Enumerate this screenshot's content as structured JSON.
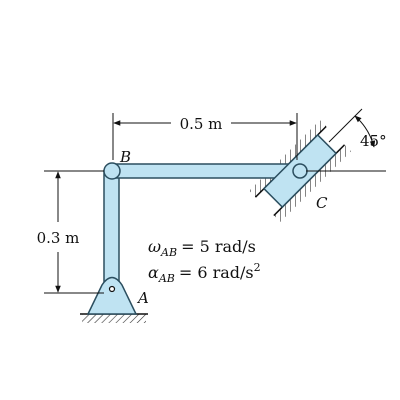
{
  "labels": {
    "point_a": "A",
    "point_b": "B",
    "point_c": "C"
  },
  "dimensions": {
    "horizontal": "0.5 m",
    "vertical": "0.3 m",
    "angle": "45°"
  },
  "equations": {
    "omega": {
      "symbol": "ω",
      "sub": "AB",
      "rhs": "= 5 rad/s"
    },
    "alpha": {
      "symbol": "α",
      "sub": "AB",
      "rhs": "= 6 rad/s",
      "sup": "2"
    }
  },
  "colors": {
    "member_fill": "#bfe3f2",
    "member_stroke": "#2b4e5f",
    "line": "#111111"
  }
}
